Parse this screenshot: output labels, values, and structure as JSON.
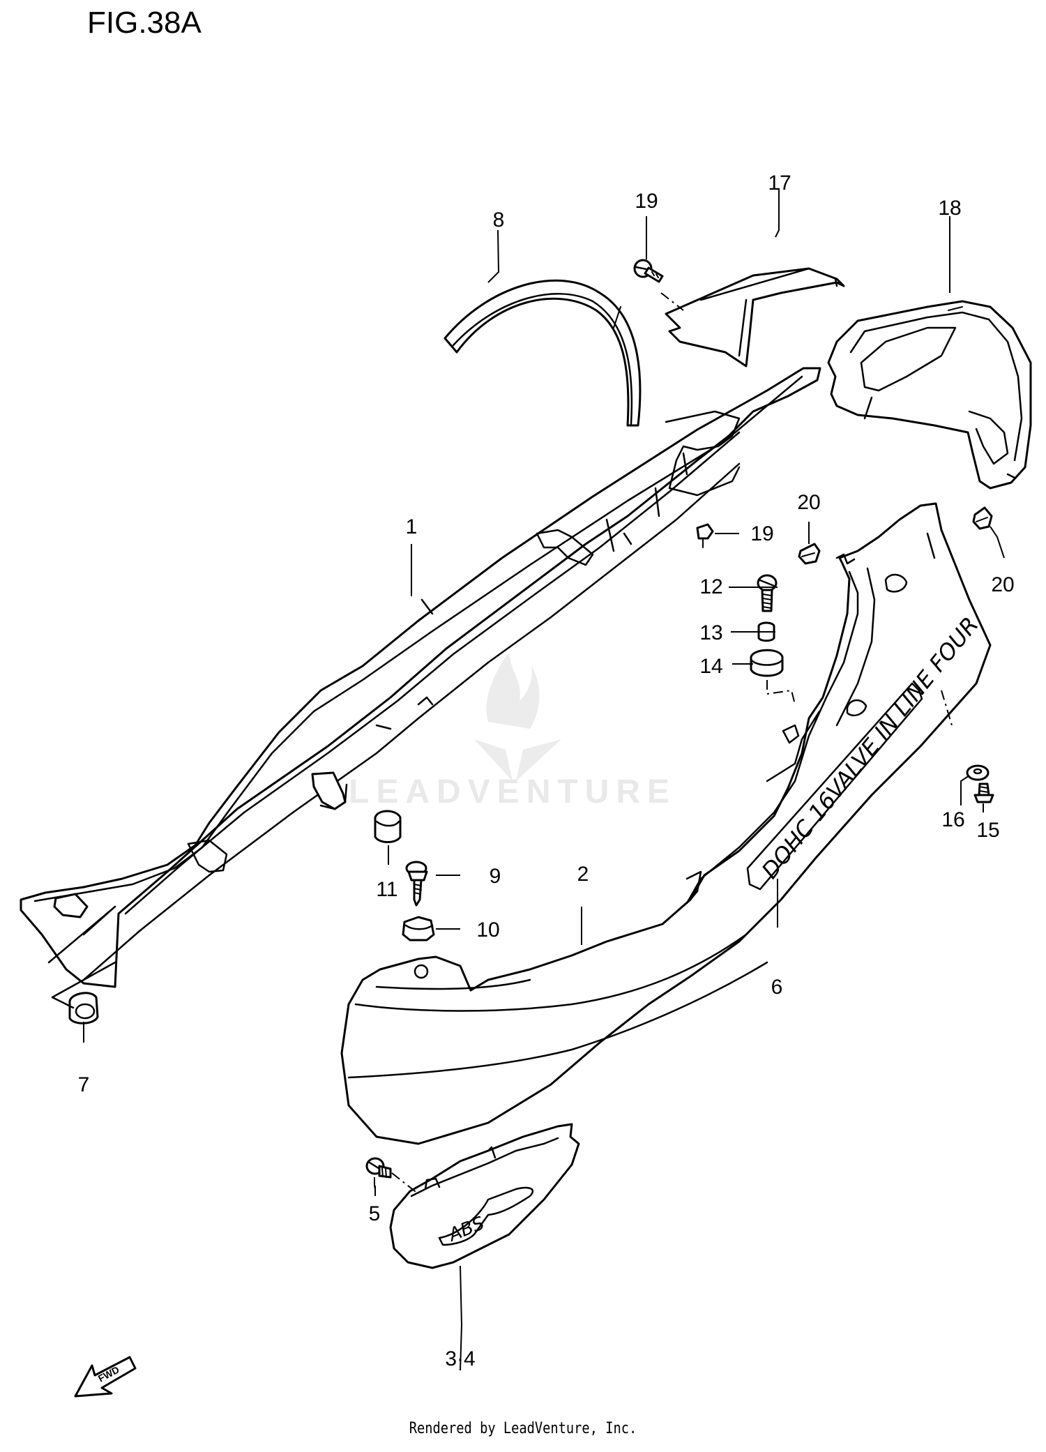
{
  "figure": {
    "title": "FIG.38A",
    "watermark": "LEADVENTURE",
    "footer": "Rendered by LeadVenture, Inc.",
    "fwd_label": "FWD"
  },
  "decals": {
    "side_cover_text": "DOHC 16VALVE IN LINE FOUR",
    "frame_cover_text": "ABS"
  },
  "callouts": [
    "1",
    "2",
    "3·4",
    "5",
    "6",
    "7",
    "8",
    "9",
    "10",
    "11",
    "12",
    "13",
    "14",
    "15",
    "16",
    "17",
    "18",
    "19",
    "19",
    "20",
    "20"
  ]
}
